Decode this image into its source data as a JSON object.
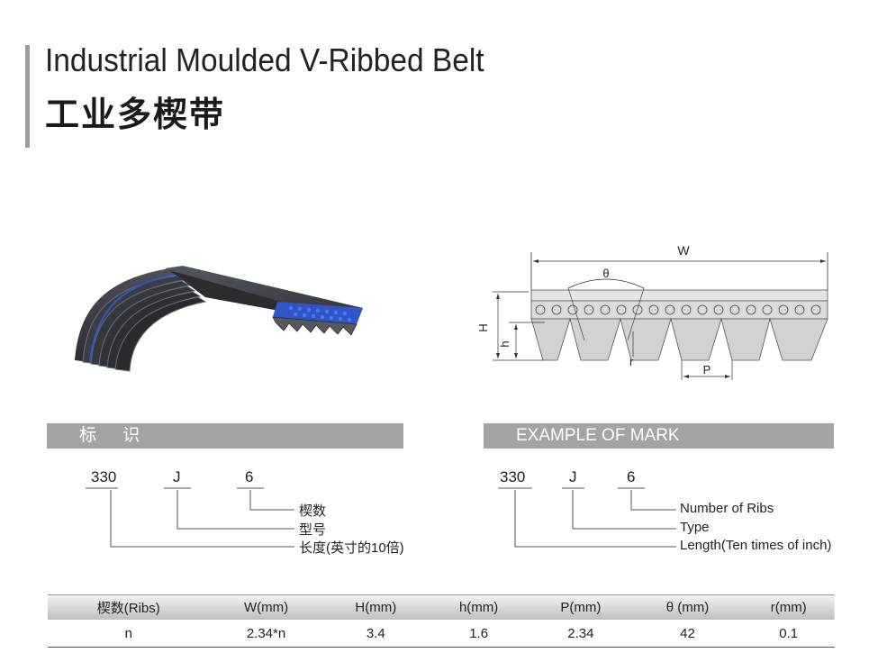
{
  "header": {
    "title_en": "Industrial Moulded V-Ribbed Belt",
    "title_cn": "工业多楔带"
  },
  "diagram": {
    "label_W": "W",
    "label_theta": "θ",
    "label_H": "H",
    "label_h": "h",
    "label_r": "r",
    "label_P": "P"
  },
  "sections": {
    "cn_title": "标 识",
    "en_title": "EXAMPLE OF MARK"
  },
  "mark_cn": {
    "code_length": "330",
    "code_type": "J",
    "code_ribs": "6",
    "label_ribs": "楔数",
    "label_type": "型号",
    "label_length": "长度(英寸的10倍)"
  },
  "mark_en": {
    "code_length": "330",
    "code_type": "J",
    "code_ribs": "6",
    "label_ribs": "Number of Ribs",
    "label_type": "Type",
    "label_length": "Length(Ten times of inch)"
  },
  "table": {
    "headers": [
      "楔数(Ribs)",
      "W(mm)",
      "H(mm)",
      "h(mm)",
      "P(mm)",
      "θ (mm)",
      "r(mm)"
    ],
    "rows": [
      [
        "n",
        "2.34*n",
        "3.4",
        "1.6",
        "2.34",
        "42",
        "0.1"
      ]
    ]
  },
  "colors": {
    "accent_bar": "#9d9d9d",
    "section_bar": "#a4a4a4",
    "belt_top": "#3f4248",
    "belt_ribs": "#2f55c8"
  }
}
